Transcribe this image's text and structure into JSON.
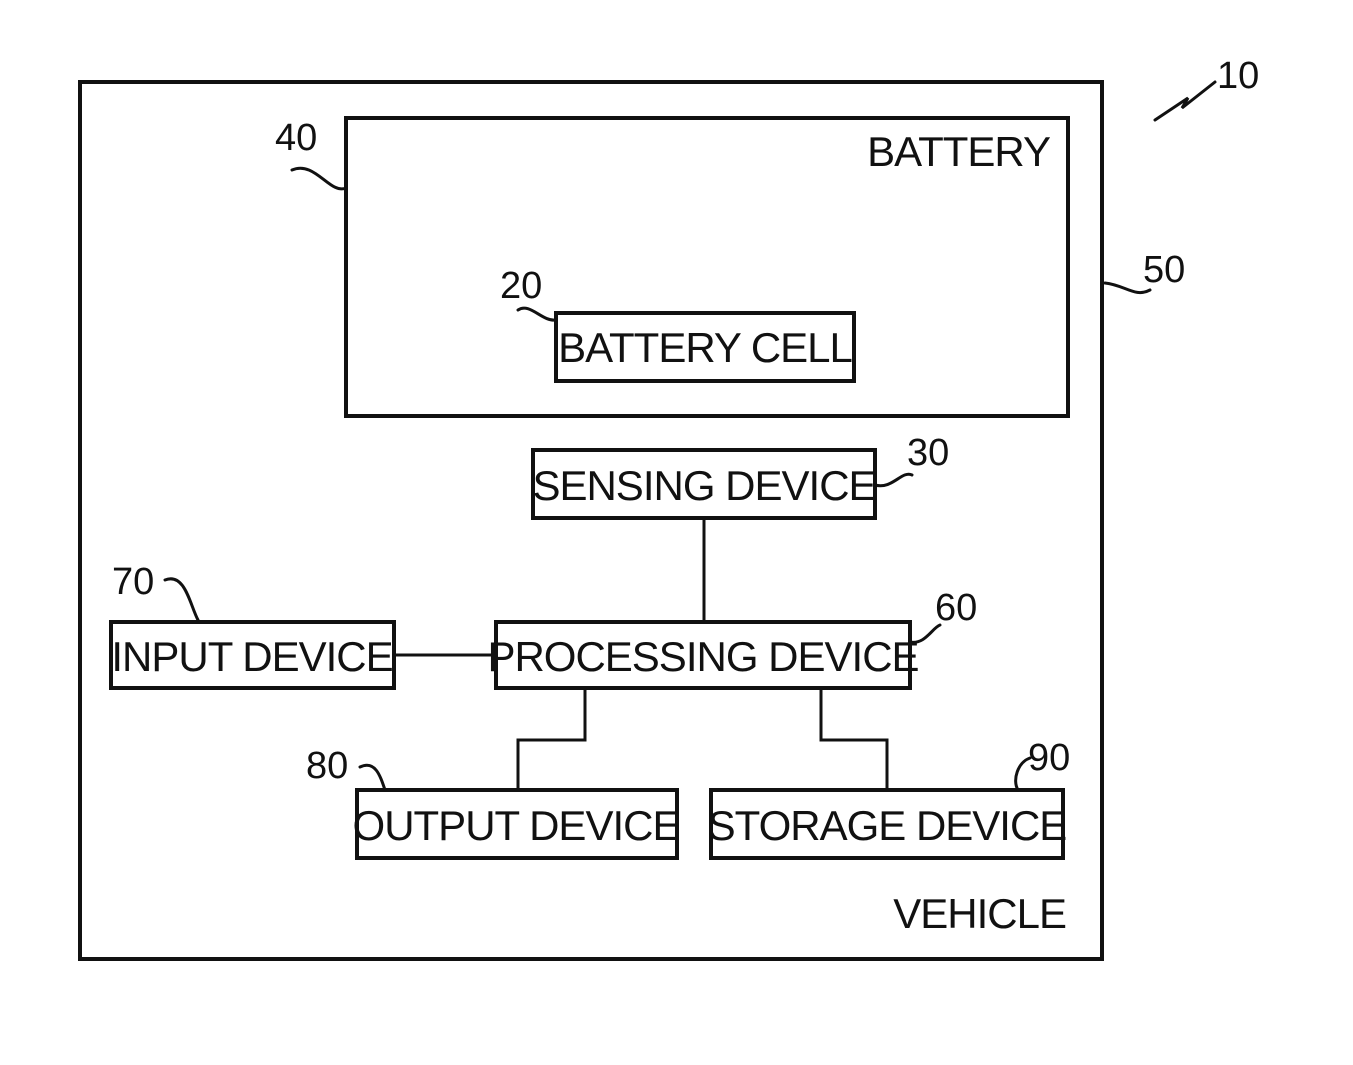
{
  "figure_ref": "10",
  "vehicle": {
    "ref": "50",
    "label": "VEHICLE"
  },
  "battery": {
    "ref": "40",
    "label": "BATTERY"
  },
  "battery_cell": {
    "ref": "20",
    "label": "BATTERY CELL"
  },
  "sensing_device": {
    "ref": "30",
    "label": "SENSING DEVICE"
  },
  "processing_device": {
    "ref": "60",
    "label": "PROCESSING DEVICE"
  },
  "input_device": {
    "ref": "70",
    "label": "INPUT DEVICE"
  },
  "output_device": {
    "ref": "80",
    "label": "OUTPUT DEVICE"
  },
  "storage_device": {
    "ref": "90",
    "label": "STORAGE DEVICE"
  },
  "colors": {
    "line": "#111111",
    "background": "#ffffff"
  }
}
